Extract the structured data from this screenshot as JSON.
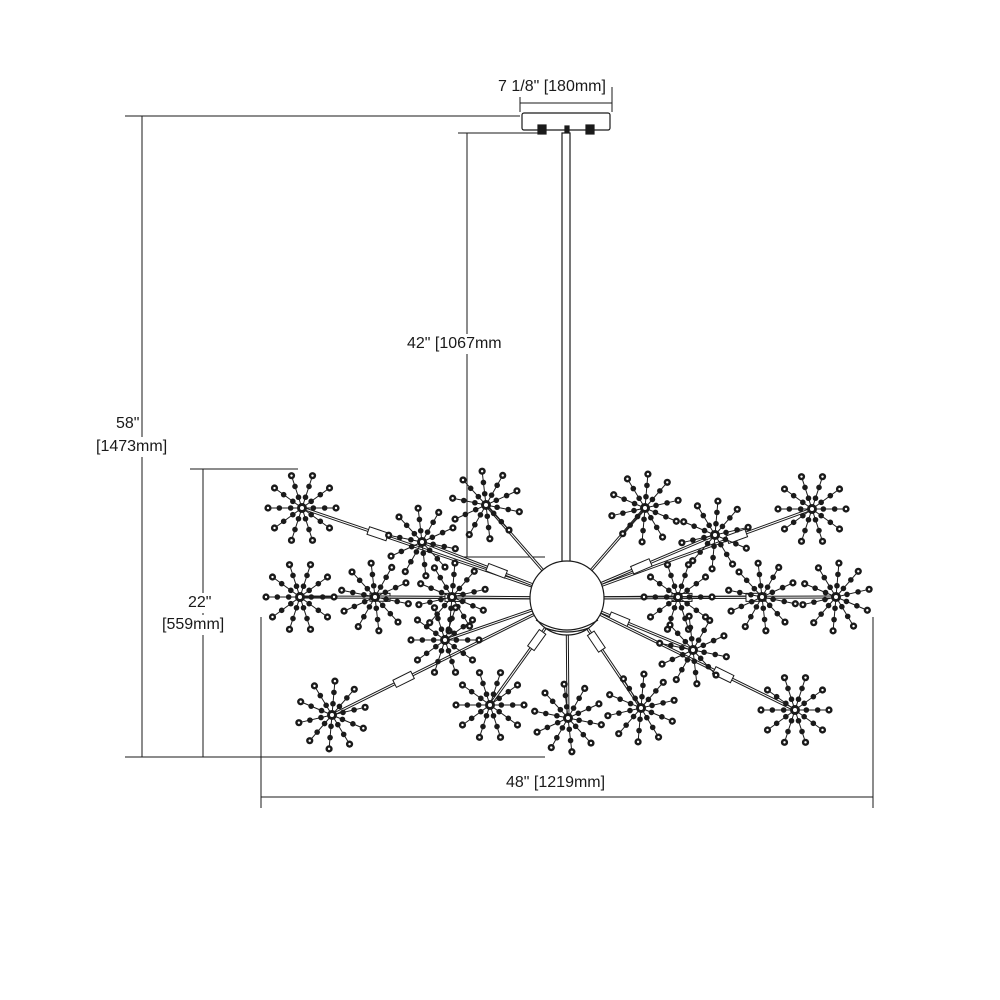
{
  "dimensions": {
    "canopy_width": "7 1/8\" [180mm]",
    "rod_length": "42\" [1067mm",
    "overall_height_line1": "58\"",
    "overall_height_line2": "[1473mm]",
    "body_height_line1": "22\"",
    "body_height_line2": "[559mm]",
    "overall_width": "48\" [1219mm]"
  },
  "colors": {
    "line": "#1a1a1a",
    "background": "#ffffff"
  }
}
